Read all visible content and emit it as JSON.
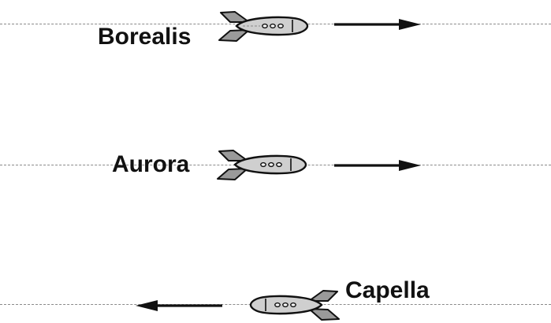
{
  "ships": [
    {
      "name": "Borealis",
      "direction": "right",
      "icon": "rocket-icon"
    },
    {
      "name": "Aurora",
      "direction": "right",
      "icon": "rocket-icon"
    },
    {
      "name": "Capella",
      "direction": "left",
      "icon": "rocket-icon"
    }
  ],
  "colors": {
    "rocket_body": "#cfcfcf",
    "rocket_fin": "#9a9a9a",
    "outline": "#111111",
    "lane_line": "#8a8a8a"
  }
}
